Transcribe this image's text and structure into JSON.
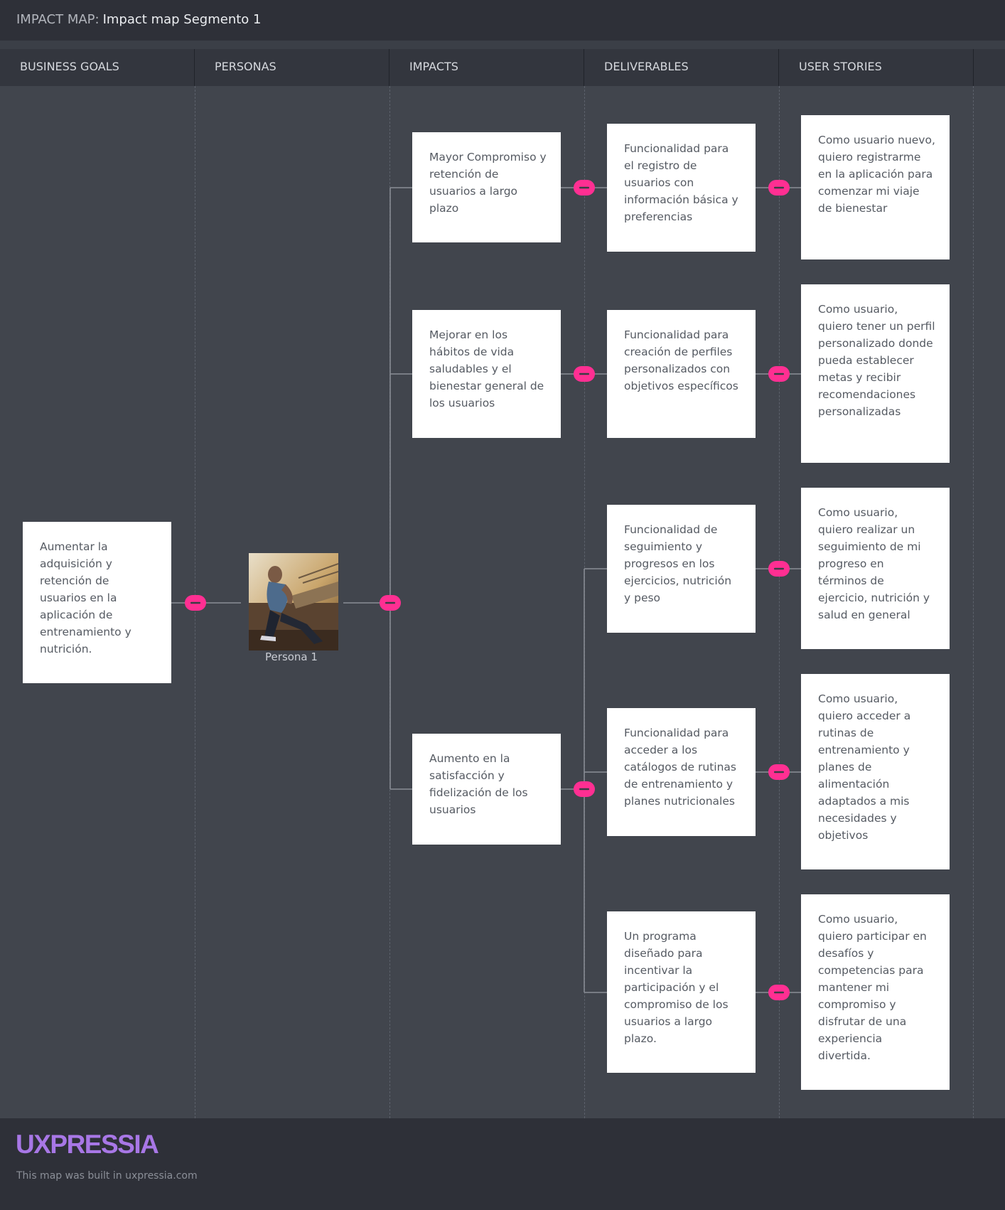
{
  "header": {
    "prefix": "IMPACT MAP:",
    "title": "Impact map Segmento 1"
  },
  "columns": [
    "BUSINESS GOALS",
    "PERSONAS",
    "IMPACTS",
    "DELIVERABLES",
    "USER STORIES"
  ],
  "business_goal": {
    "text": "Aumentar la adquisición y retención de usuarios en la aplicación de entrenamiento y nutrición."
  },
  "persona": {
    "label": "Persona 1",
    "photo": "man-stretching-on-bridge-photo"
  },
  "impacts": [
    {
      "text": "Mayor Compromiso y retención de usuarios a largo plazo"
    },
    {
      "text": "Mejorar en los hábitos de vida saludables y el bienestar general de los usuarios"
    },
    {
      "text": "Aumento en la satisfacción y fidelización de los usuarios"
    }
  ],
  "deliverables": [
    {
      "text": "Funcionalidad para el registro de usuarios con información básica y preferencias"
    },
    {
      "text": "Funcionalidad para creación de perfiles personalizados con objetivos específicos"
    },
    {
      "text": "Funcionalidad de seguimiento y progresos en los ejercicios, nutrición y peso"
    },
    {
      "text": "Funcionalidad para acceder a los catálogos de rutinas de entrenamiento y planes nutricionales"
    },
    {
      "text": "Un programa diseñado para incentivar la participación y el compromiso de los usuarios a largo plazo."
    }
  ],
  "user_stories": [
    {
      "text": "Como usuario nuevo, quiero registrarme en la aplicación para comenzar mi viaje de bienestar"
    },
    {
      "text": "Como usuario, quiero tener un perfil personalizado donde pueda establecer metas y recibir recomendaciones personalizadas"
    },
    {
      "text": "Como usuario, quiero realizar un seguimiento de mi progreso en términos de ejercicio, nutrición y salud en general"
    },
    {
      "text": "Como usuario, quiero acceder a rutinas de entrenamiento y planes de alimentación adaptados a mis necesidades y objetivos"
    },
    {
      "text": "Como usuario, quiero participar en desafíos y competencias para mantener mi compromiso y disfrutar de una experiencia divertida."
    }
  ],
  "footer": {
    "logo": "UXPRESSIA",
    "text": "This map was built in uxpressia.com"
  },
  "colors": {
    "background": "#41454d",
    "header": "#2e3038",
    "card": "#ffffff",
    "toggle": "#ff2f92",
    "connector": "#8a8e96",
    "logo": "#a877e6"
  }
}
